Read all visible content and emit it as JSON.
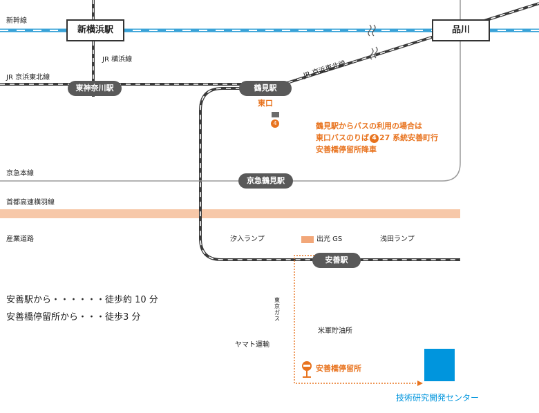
{
  "colors": {
    "shinkansen": "#3aa3d8",
    "rail": "#3a3a3a",
    "road": "#f7c8a9",
    "accent": "#e8731e",
    "building": "#0095dd",
    "station_pill": "#595959"
  },
  "stations": {
    "shin_yokohama": "新横浜駅",
    "shinagawa": "品川",
    "higashi_kanagawa": "東神奈川駅",
    "tsurumi": "鶴見駅",
    "keikyu_tsurumi": "京急鶴見駅",
    "anzen": "安善駅"
  },
  "lines": {
    "shinkansen": "新幹線",
    "jr_yokohama": "JR 横浜線",
    "jr_keihin_tohoku_left": "JR 京浜東北線",
    "jr_keihin_tohoku_right": "JR 京浜東北線",
    "keikyu": "京急本線",
    "shuto_expressway": "首都高速横羽線",
    "sangyo_road": "産業道路"
  },
  "places": {
    "east_exit": "東口",
    "bus_stop_number": "4",
    "shioiri_ramp": "汐入ランプ",
    "idemitsu_gs": "出光 GS",
    "asada_ramp": "浅田ランプ",
    "tokyo_gas": "東京ガス",
    "yamato": "ヤマト運輸",
    "usarmy_oil": "米軍貯油所",
    "anzenbashi_stop": "安善橋停留所",
    "tech_center": "技術研究開発センター"
  },
  "bus_info": {
    "line1": "鶴見駅からバスの利用の場合は",
    "line2_pre": "東口バスのりば",
    "line2_num": "4",
    "line2_post": "27 系統安善町行",
    "line3": "安善橋停留所降車"
  },
  "walking": {
    "from_station": "安善駅から・・・・・・徒歩約 10 分",
    "from_stop": "安善橋停留所から・・・徒歩3 分"
  }
}
